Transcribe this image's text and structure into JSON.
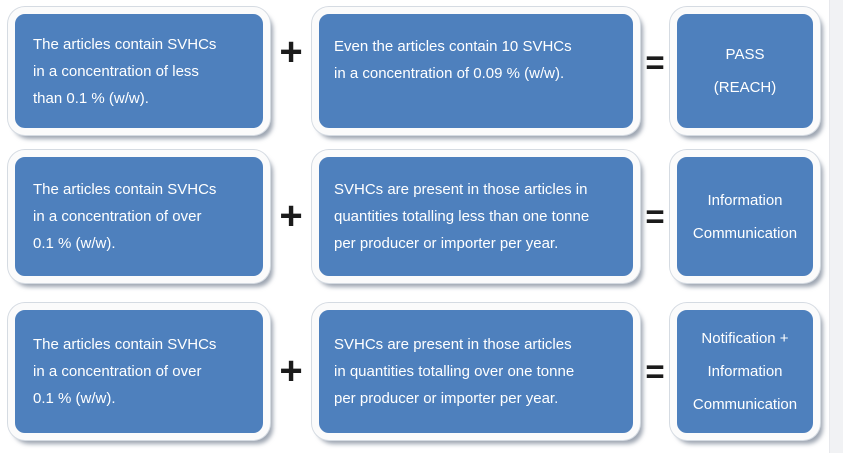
{
  "operators": {
    "plus": "+",
    "equals": "="
  },
  "rows": [
    {
      "condition1": "The articles contain SVHCs\nin a concentration of less\nthan 0.1 % (w/w).",
      "condition2": "Even the articles contain 10 SVHCs\nin a concentration of 0.09 % (w/w).",
      "result": "PASS\n(REACH)"
    },
    {
      "condition1": "The articles contain SVHCs\nin a concentration of over\n0.1 % (w/w).",
      "condition2": "SVHCs are present in those articles in\nquantities totalling less than one tonne\nper producer or importer per year.",
      "result": "Information\nCommunication"
    },
    {
      "condition1": "The articles contain SVHCs\nin a concentration of over\n0.1 % (w/w).",
      "condition2": "SVHCs are present in those articles\nin quantities totalling over one tonne\nper producer or importer per year.",
      "result": "Notification +\nInformation\nCommunication"
    }
  ],
  "colors": {
    "box_fill": "#4e80bd",
    "box_frame": "#fbfbfb",
    "text": "#ffffff",
    "operator": "#1b1b1b",
    "page_strip": "#f1f2f4"
  }
}
